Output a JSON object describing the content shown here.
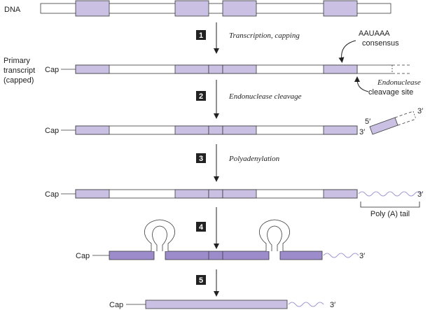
{
  "labels": {
    "dna": "DNA",
    "primary_transcript": [
      "Primary",
      "transcript",
      "(capped)"
    ],
    "cap": "Cap",
    "aauaaa": [
      "AAUAAA",
      "consensus"
    ],
    "endo_site": [
      "Endonuclease",
      "cleavage site"
    ],
    "five_prime": "5′",
    "three_prime": "3′",
    "poly_a_tail": "Poly (A) tail"
  },
  "steps": [
    {
      "number": "1",
      "label": "Transcription, capping"
    },
    {
      "number": "2",
      "label": "Endonuclease cleavage"
    },
    {
      "number": "3",
      "label": "Polyadenylation"
    },
    {
      "number": "4",
      "label": ""
    },
    {
      "number": "5",
      "label": ""
    }
  ],
  "colors": {
    "exon": "#c9c0e3",
    "exon_dark": "#9d8ccb",
    "tail": "#a59ad6",
    "outline": "#3a3a3a",
    "step_box": "#222222"
  }
}
